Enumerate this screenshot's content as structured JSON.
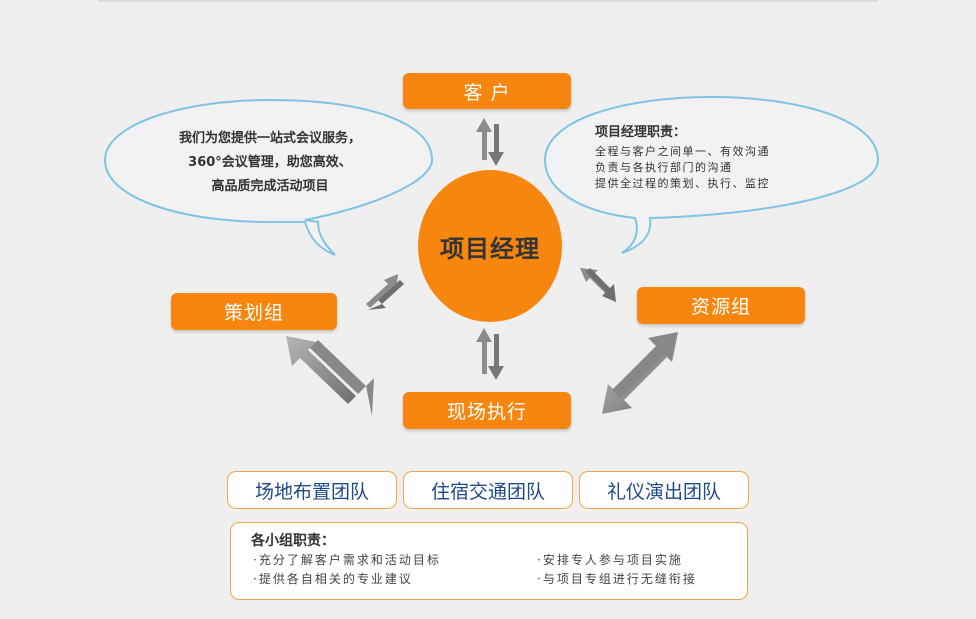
{
  "center": {
    "label": "项目经理"
  },
  "nodes": {
    "client": "客 户",
    "planning": "策划组",
    "resources": "资源组",
    "onsite": "现场执行"
  },
  "left_bubble": {
    "lines": [
      "我们为您提供一站式会议服务，",
      "360°会议管理，助您高效、",
      "高品质完成活动项目"
    ]
  },
  "right_bubble": {
    "title": "项目经理职责：",
    "lines": [
      "全程与客户之间单一、有效沟通",
      "负责与各执行部门的沟通",
      "提供全过程的策划、执行、监控"
    ]
  },
  "teams": [
    "场地布置团队",
    "住宿交通团队",
    "礼仪演出团队"
  ],
  "duties": {
    "title": "各小组职责：",
    "items": [
      "·充分了解客户需求和活动目标",
      "·安排专人参与项目实施",
      "·提供各自相关的专业建议",
      "·与项目专组进行无缝衔接"
    ]
  },
  "colors": {
    "accent": "#f7860f",
    "bubble_stroke": "#7fc4e6",
    "team_text": "#1e4a8a",
    "arrow": "#8c8c8c"
  }
}
